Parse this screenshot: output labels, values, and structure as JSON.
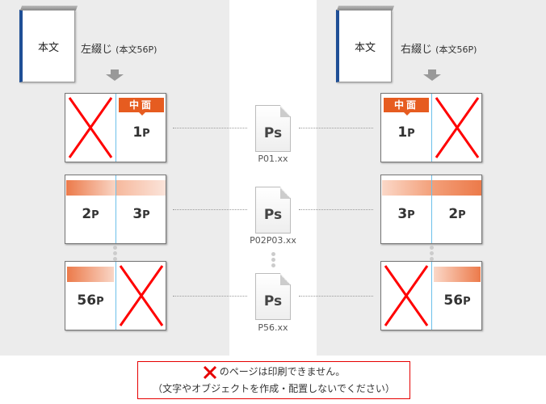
{
  "left": {
    "book_label": "本文",
    "title": "左綴じ",
    "title_note": "(本文56P)",
    "spreads": [
      {
        "pages": [
          {
            "type": "x"
          },
          {
            "type": "page",
            "num": "1",
            "unit": "P",
            "badge": "中面"
          }
        ]
      },
      {
        "pages": [
          {
            "type": "page",
            "num": "2",
            "unit": "P",
            "bar": "strong-left"
          },
          {
            "type": "page",
            "num": "3",
            "unit": "P",
            "bar": "fade"
          }
        ]
      },
      {
        "pages": [
          {
            "type": "page",
            "num": "56",
            "unit": "P",
            "bar": "strong-left"
          },
          {
            "type": "x"
          }
        ]
      }
    ]
  },
  "right": {
    "book_label": "本文",
    "title": "右綴じ",
    "title_note": "(本文56P)",
    "spreads": [
      {
        "pages": [
          {
            "type": "page",
            "num": "1",
            "unit": "P",
            "badge": "中面"
          },
          {
            "type": "x"
          }
        ]
      },
      {
        "pages": [
          {
            "type": "page",
            "num": "3",
            "unit": "P",
            "bar": "light-left"
          },
          {
            "type": "page",
            "num": "2",
            "unit": "P",
            "bar": "strong-right"
          }
        ]
      },
      {
        "pages": [
          {
            "type": "x"
          },
          {
            "type": "page",
            "num": "56",
            "unit": "P",
            "bar": "light-left-full"
          }
        ]
      }
    ]
  },
  "files": [
    {
      "icon": "Ps",
      "name": "P01.xx"
    },
    {
      "icon": "Ps",
      "name": "P02P03.xx"
    },
    {
      "icon": "Ps",
      "name": "P56.xx"
    }
  ],
  "notice": {
    "line1": "のページは印刷できません。",
    "line2": "（文字やオブジェクトを作成・配置しないでください）"
  },
  "colors": {
    "accent": "#e65c20",
    "cross": "#ff0000",
    "fold": "#6cc0ea"
  }
}
